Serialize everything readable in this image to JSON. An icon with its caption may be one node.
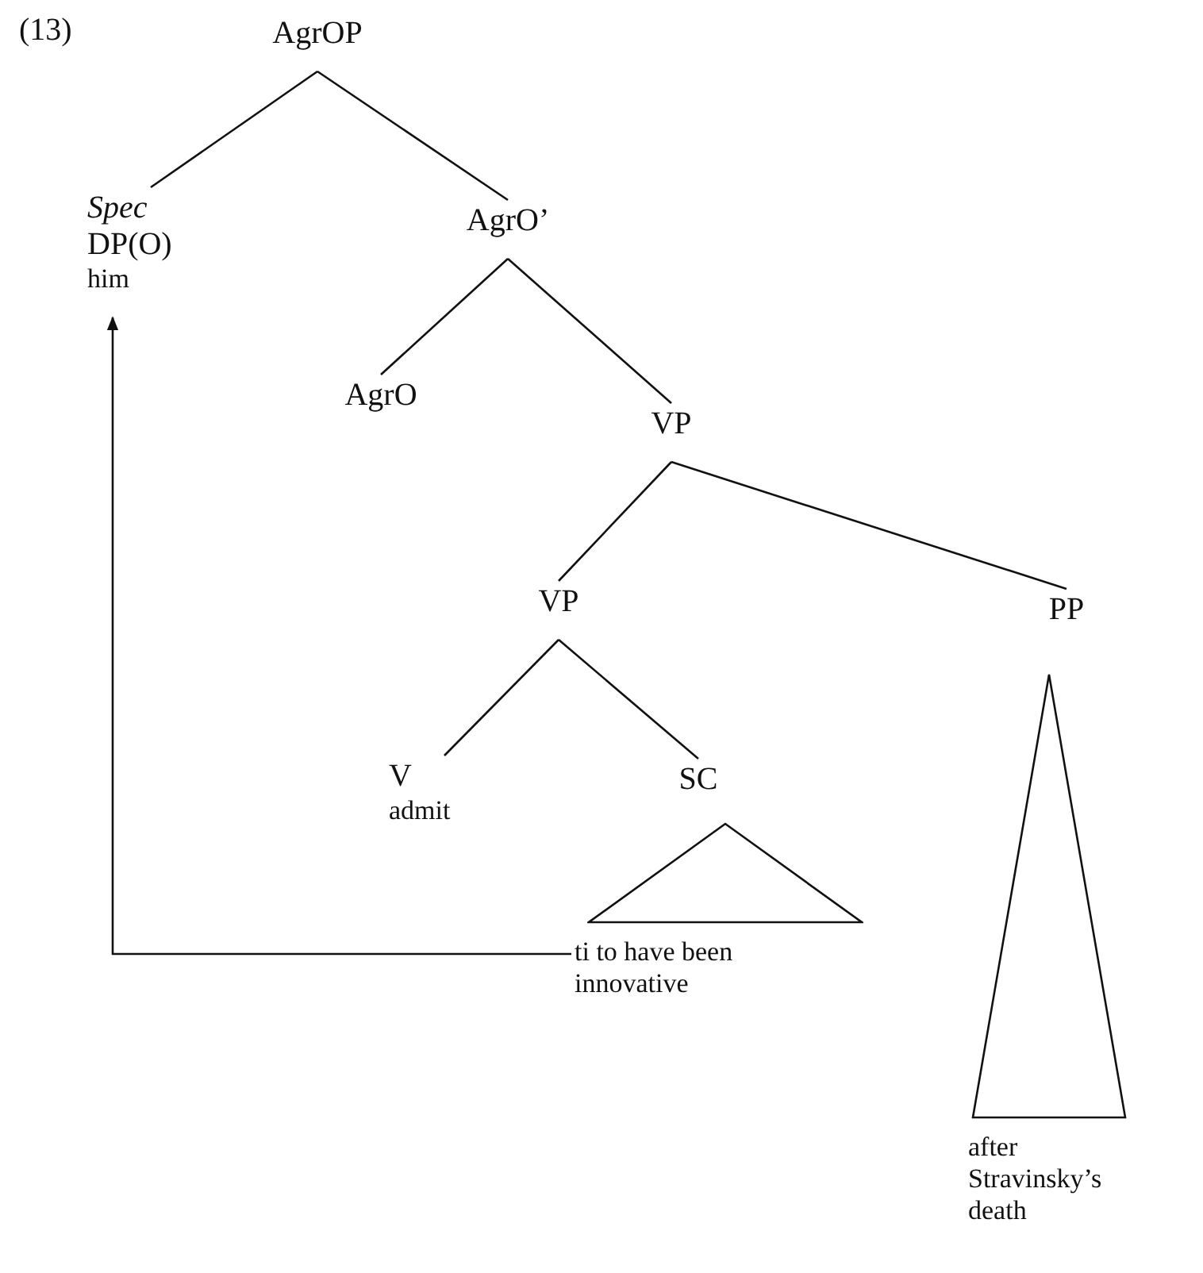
{
  "diagram": {
    "nodes": [
      {
        "text": [
          "AgrOP"
        ]
      },
      {
        "text": [
          "Spec",
          "DP(O)",
          "him"
        ]
      },
      {
        "text": [
          "AgrO’"
        ]
      },
      {
        "text": [
          "AgrO"
        ]
      },
      {
        "text": [
          "VP"
        ]
      },
      {
        "text": [
          "VP"
        ]
      },
      {
        "text": [
          "PP"
        ]
      },
      {
        "text": [
          "V",
          "admit"
        ]
      },
      {
        "text": [
          "SC"
        ]
      },
      {
        "text": [
          "ti to have been innovative"
        ]
      },
      {
        "text": [
          "after Stravinsky’s death"
        ]
      }
    ],
    "edges": [
      {
        "from": 0,
        "to": 1,
        "arrow": "none"
      },
      {
        "from": 0,
        "to": 2,
        "arrow": "none"
      },
      {
        "from": 2,
        "to": 3,
        "arrow": "none"
      },
      {
        "from": 2,
        "to": 4,
        "arrow": "none"
      },
      {
        "from": 4,
        "to": 5,
        "arrow": "none"
      },
      {
        "from": 4,
        "to": 6,
        "arrow": "none"
      },
      {
        "from": 5,
        "to": 7,
        "arrow": "none"
      },
      {
        "from": 5,
        "to": 8,
        "arrow": "none"
      },
      {
        "from": 9,
        "to": 1,
        "arrow": "to"
      }
    ],
    "labels": [
      "(13)"
    ]
  }
}
